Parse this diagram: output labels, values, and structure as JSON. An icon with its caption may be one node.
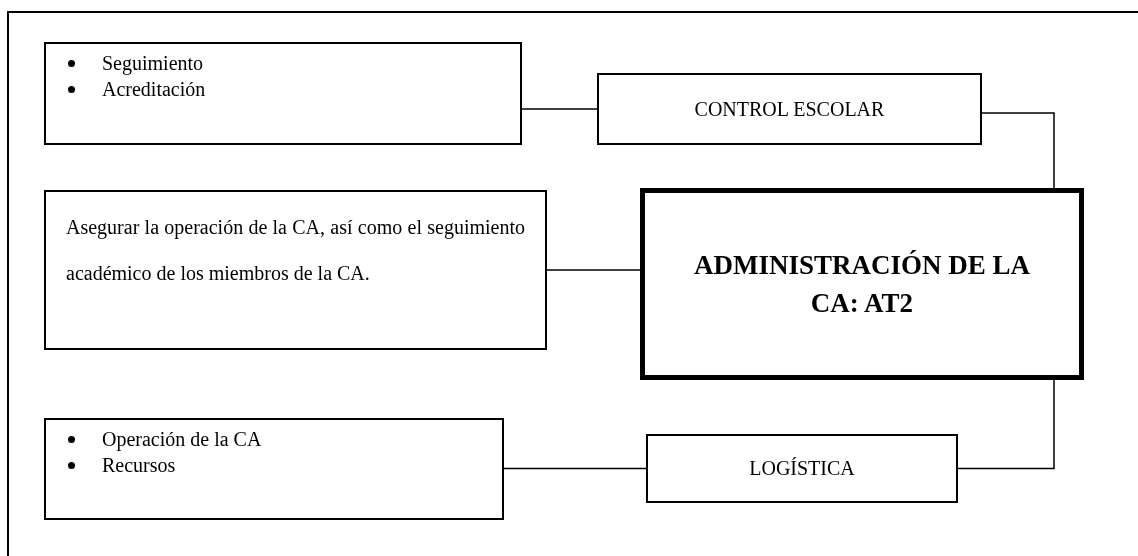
{
  "diagram": {
    "nodes": [
      {
        "text": [
          "Seguimiento",
          "Acreditación"
        ]
      },
      {
        "text": [
          "CONTROL ESCOLAR"
        ]
      },
      {
        "text": [
          "Asegurar la operación de la CA, así como el seguimiento académico de los miembros de la CA."
        ]
      },
      {
        "text": [
          "ADMINISTRACIÓN DE LA CA: AT2"
        ]
      },
      {
        "text": [
          "Operación de la CA",
          "Recursos"
        ]
      },
      {
        "text": [
          "LOGÍSTICA"
        ]
      }
    ],
    "edges": [
      {
        "from": 0,
        "to": 1,
        "arrow": "none"
      },
      {
        "from": 1,
        "to": 3,
        "arrow": "none"
      },
      {
        "from": 2,
        "to": 3,
        "arrow": "none"
      },
      {
        "from": 3,
        "to": 5,
        "arrow": "none"
      },
      {
        "from": 4,
        "to": 5,
        "arrow": "none"
      }
    ]
  }
}
